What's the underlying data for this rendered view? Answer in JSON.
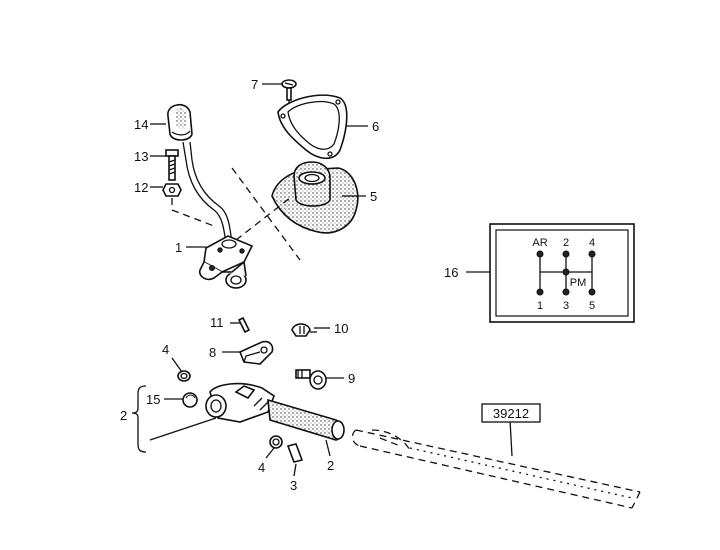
{
  "part_callouts": {
    "c1": "1",
    "c2a": "2",
    "c2b": "2",
    "c3": "3",
    "c4a": "4",
    "c4b": "4",
    "c5": "5",
    "c6": "6",
    "c7": "7",
    "c8": "8",
    "c9": "9",
    "c10": "10",
    "c11": "11",
    "c12": "12",
    "c13": "13",
    "c14": "14",
    "c15": "15",
    "c16": "16"
  },
  "reference_box": "39212",
  "shift_pattern": {
    "top": [
      "AR",
      "2",
      "4"
    ],
    "bottom": [
      "1",
      "3",
      "5"
    ],
    "neutral": "PM"
  }
}
